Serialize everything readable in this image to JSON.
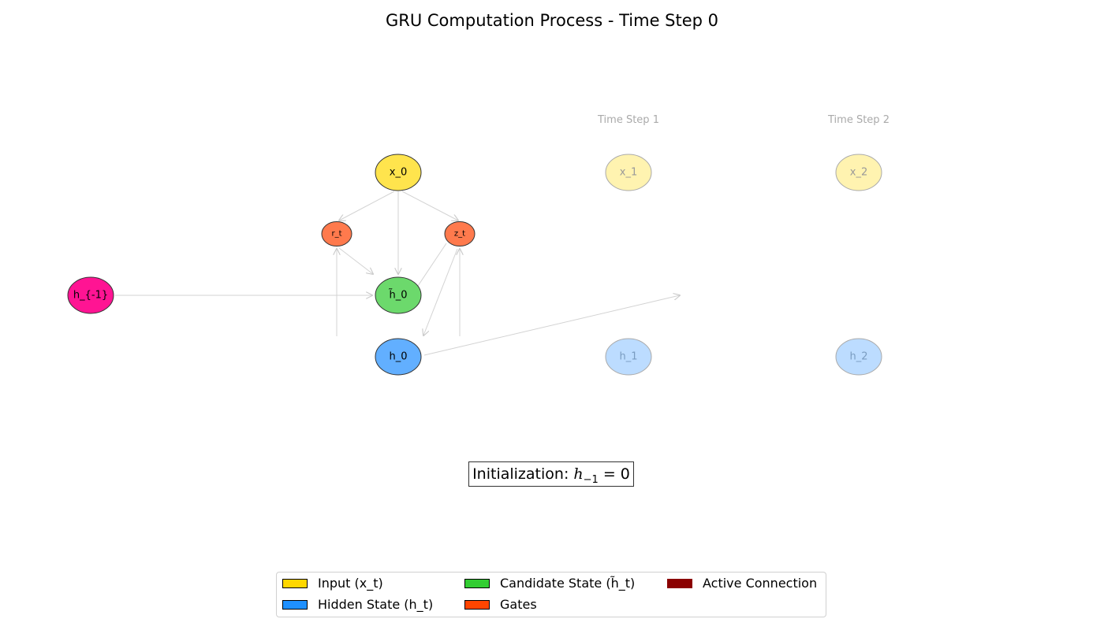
{
  "title": "GRU Computation Process - Time Step 0",
  "time_step_labels": [
    "Time Step 1",
    "Time Step 2"
  ],
  "nodes": {
    "x_0": "x_0",
    "r_t": "r_t",
    "z_t": "z_t",
    "h_tilde_0": "h̃_0",
    "h_prev": "h_{-1}",
    "h_0": "h_0",
    "x_1": "x_1",
    "x_2": "x_2",
    "h_1": "h_1",
    "h_2": "h_2"
  },
  "colors": {
    "input": "#FFD700",
    "hidden": "#1E90FF",
    "candidate": "#32CD32",
    "gates": "#FF4500",
    "active": "#8B0000",
    "h_prev": "#FF1493",
    "connection": "#d3d3d3"
  },
  "initialization": {
    "prefix": "Initialization: ",
    "math": "h",
    "subscript": "−1",
    "suffix": " = 0"
  },
  "legend": {
    "input": "Input (x_t)",
    "hidden": "Hidden State (h_t)",
    "candidate": "Candidate State (h̃_t)",
    "gates": "Gates",
    "active": "Active Connection"
  }
}
